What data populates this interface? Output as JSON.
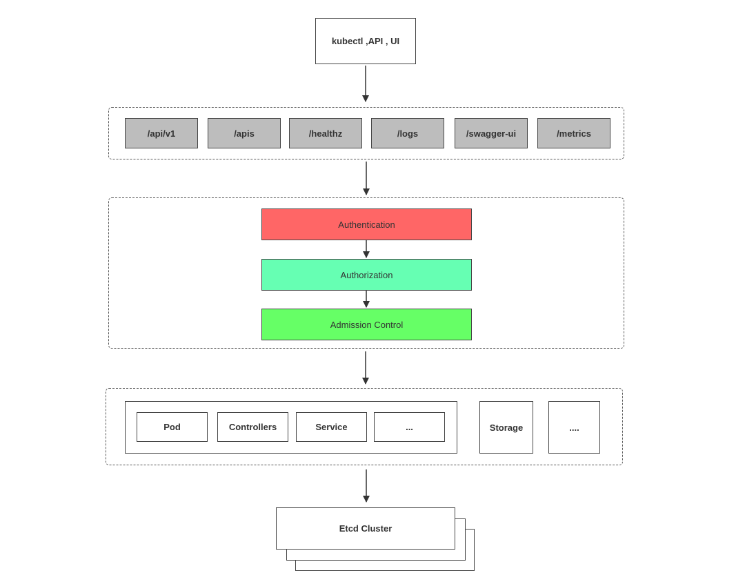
{
  "client": {
    "label": "kubectl ,API , UI"
  },
  "api_paths": [
    "/api/v1",
    "/apis",
    "/healthz",
    "/logs",
    "/swagger-ui",
    "/metrics"
  ],
  "pipeline": [
    {
      "label": "Authentication",
      "color": "#ff6666"
    },
    {
      "label": "Authorization",
      "color": "#66ffb3"
    },
    {
      "label": "Admission Control",
      "color": "#66ff66"
    }
  ],
  "resources": [
    "Pod",
    "Controllers",
    "Service",
    "..."
  ],
  "storage": {
    "label": "Storage",
    "more": "...."
  },
  "etcd": {
    "label": "Etcd Cluster"
  }
}
